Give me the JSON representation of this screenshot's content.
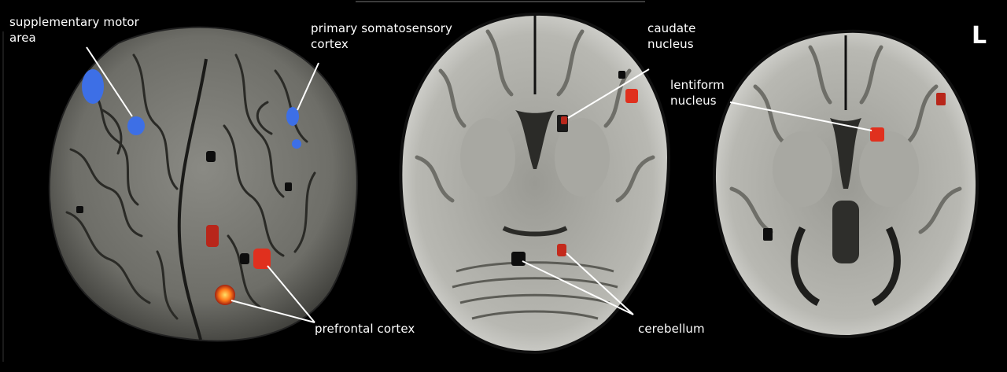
{
  "labels": {
    "sma": "supplementary motor\narea",
    "s1": "primary somatosensory\ncortex",
    "caudate": "caudate\nnucleus",
    "lentiform": "lentiform\nnucleus",
    "pfc": "prefrontal cortex",
    "cerebellum": "cerebellum",
    "side": "L"
  },
  "colors": {
    "background": "#000000",
    "activation_negative": "#3d6fe6",
    "activation_positive": "#e0301e",
    "activation_peak": "#ffcc33",
    "label_text": "#ffffff"
  }
}
